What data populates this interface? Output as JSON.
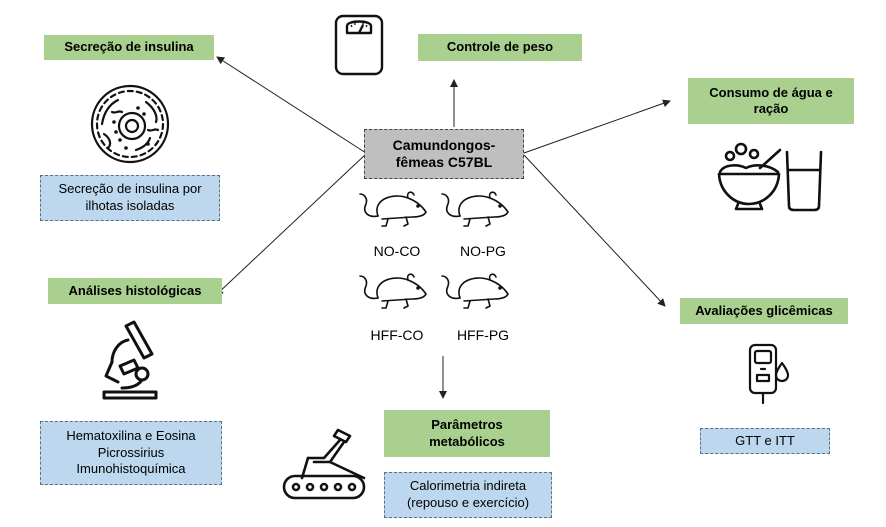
{
  "center": {
    "line1": "Camundongos-",
    "line2": "fêmeas C57BL"
  },
  "groups": [
    "NO-CO",
    "NO-PG",
    "HFF-CO",
    "HFF-PG"
  ],
  "boxes": {
    "secretion_title": "Secreção de insulina",
    "secretion_desc": [
      "Secreção de insulina por",
      "ilhotas isoladas"
    ],
    "weight_title": "Controle de peso",
    "consumption_title": [
      "Consumo de água e",
      "ração"
    ],
    "histology_title": "Análises histológicas",
    "histology_desc": [
      "Hematoxilina e Eosina",
      "Picrossirius",
      "Imunohistoquímica"
    ],
    "glycemic_title": "Avaliações glicêmicas",
    "glycemic_desc": "GTT e ITT",
    "metabolic_title": [
      "Parâmetros",
      "metabólicos"
    ],
    "metabolic_desc": [
      "Calorimetria indireta",
      "(repouso e exercício)"
    ]
  },
  "colors": {
    "title_box": "#a9d08e",
    "desc_box": "#bdd7ee",
    "center_box": "#bfbfbf"
  },
  "icons": [
    "cell-icon",
    "scale-icon",
    "food-and-water-icon",
    "microscope-icon",
    "glucometer-icon",
    "treadmill-icon",
    "mouse-icon"
  ]
}
